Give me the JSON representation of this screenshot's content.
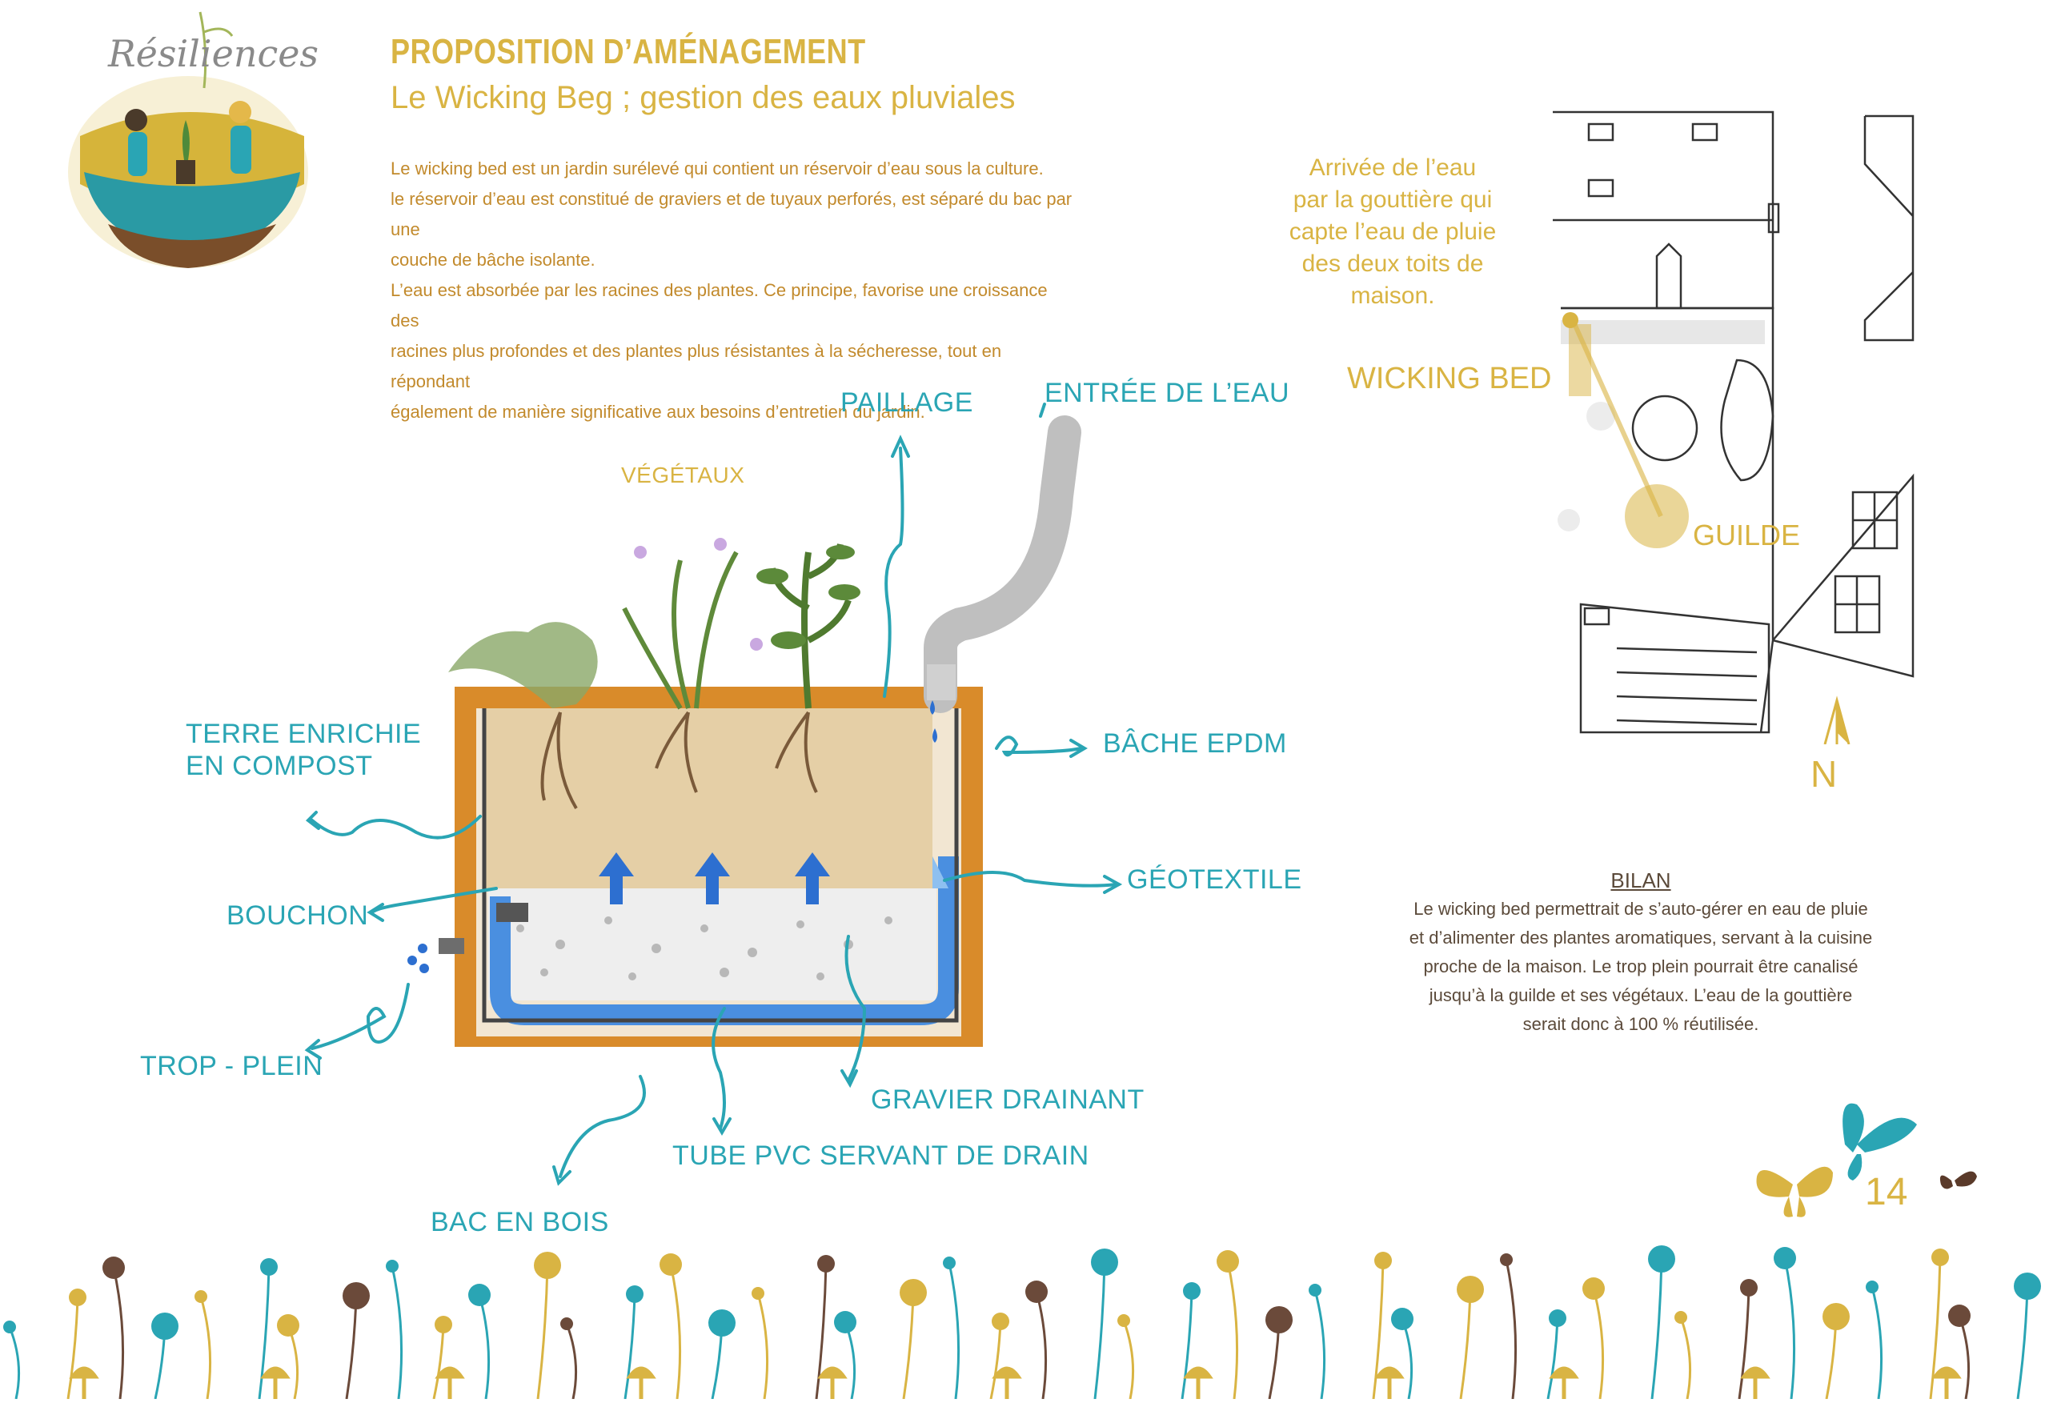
{
  "logo": {
    "text": "Résiliences"
  },
  "header": {
    "title": "PROPOSITION D’AMÉNAGEMENT",
    "subtitle": "Le Wicking Beg ; gestion des eaux pluviales"
  },
  "intro": {
    "lines": [
      "Le wicking bed est un jardin surélevé qui contient un réservoir d’eau sous la culture.",
      "le réservoir d’eau est constitué de graviers et de tuyaux perforés, est séparé du bac par une",
      "couche de bâche isolante.",
      "L’eau est absorbée par les racines des plantes. Ce principe, favorise une croissance des",
      "racines plus profondes et des plantes plus résistantes à la sécheresse, tout en répondant",
      "également de manière significative aux besoins d’entretien du jardin."
    ]
  },
  "diagram": {
    "labels": {
      "paillage": "PAILLAGE",
      "entree_eau": "ENTRÉE DE L’EAU",
      "vegetaux": "VÉGÉTAUX",
      "terre_1": "TERRE ENRICHIE",
      "terre_2": "EN COMPOST",
      "bache": "BÂCHE EPDM",
      "geotextile": "GÉOTEXTILE",
      "bouchon": "BOUCHON",
      "trop_plein": "TROP - PLEIN",
      "gravier": "GRAVIER DRAINANT",
      "tube": "TUBE PVC SERVANT DE DRAIN",
      "bac": "BAC EN BOIS"
    }
  },
  "plan": {
    "water_note": [
      "Arrivée de l’eau",
      "par la gouttière qui",
      "capte l’eau de pluie",
      "des deux toits de",
      "maison."
    ],
    "wicking_bed": "WICKING BED",
    "guilde": "GUILDE",
    "north": "N"
  },
  "bilan": {
    "title": "BILAN",
    "lines": [
      "Le wicking bed permettrait de s’auto-gérer en eau de pluie",
      "et d’alimenter des plantes aromatiques, servant à la cuisine",
      "proche de la maison. Le trop plein pourrait être canalisé",
      "jusqu’à la guilde et ses végétaux. L’eau de la gouttière",
      "serait donc à 100 % réutilisée."
    ]
  },
  "page_number": "14",
  "colors": {
    "gold": "#d9b443",
    "teal": "#2aa5b4",
    "wood": "#d98b2a",
    "soil": "#e5cfa6",
    "water": "#4a8fe0"
  }
}
